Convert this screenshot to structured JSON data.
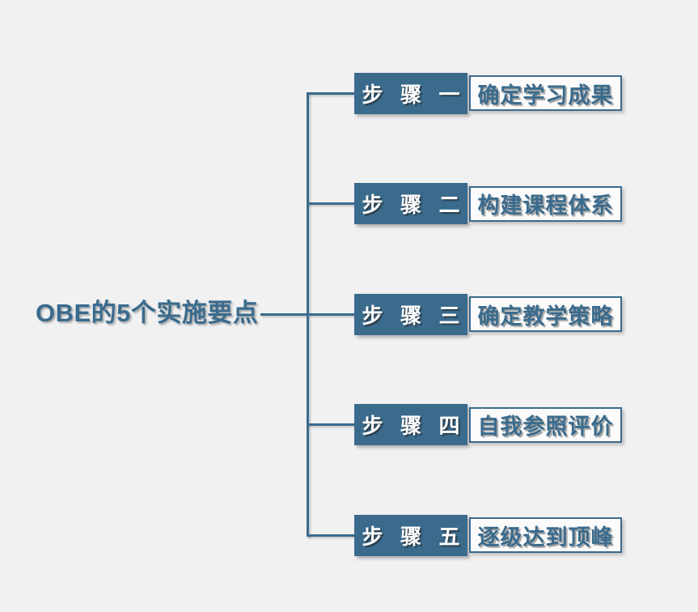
{
  "title": "OBE的5个实施要点",
  "colors": {
    "accent": "#3A6B8D",
    "background": "#F1F1F2",
    "box_fill": "#FBFBFB"
  },
  "steps": [
    {
      "label": "步 骤 一",
      "description": "确定学习成果"
    },
    {
      "label": "步 骤 二",
      "description": "构建课程体系"
    },
    {
      "label": "步 骤 三",
      "description": "确定教学策略"
    },
    {
      "label": "步 骤 四",
      "description": "自我参照评价"
    },
    {
      "label": "步 骤 五",
      "description": "逐级达到顶峰"
    }
  ]
}
